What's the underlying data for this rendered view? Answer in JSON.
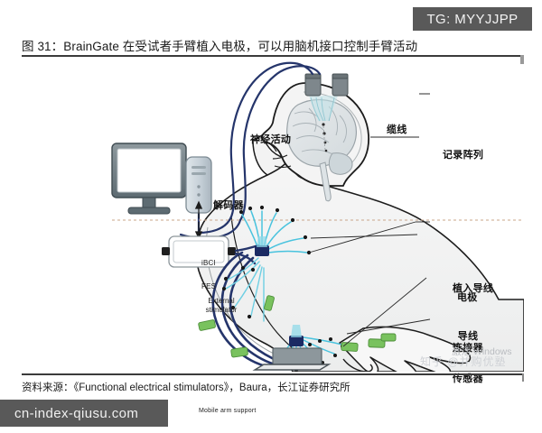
{
  "badge": {
    "telegram": "TG: MYYJJPP",
    "site_url": "cn-index-qiusu.com"
  },
  "caption": {
    "text": "图 31：BrainGate 在受试者手臂植入电极，可以用脑机接口控制手臂活动"
  },
  "footer": {
    "source": "资料来源：《Functional electrical stimulators》，Baura，长江证券研究所"
  },
  "watermarks": {
    "windows": "激活 Windows",
    "zhihu": "知乎 @并购优塾"
  },
  "diagram": {
    "labels": {
      "decoder": "解码器",
      "neural_activity": "神经活动",
      "cable": "缆线",
      "recording_array": "记录阵列",
      "implanted_lead": "植入导线",
      "electrode": "电极",
      "lead_connector_line1": "导线",
      "lead_connector_line2": "连接器",
      "sensor": "传感器",
      "ibci": "iBCI",
      "fes": "FES",
      "external_stimulator_line1": "External",
      "external_stimulator_line2": "stimulator",
      "mobile_arm_support": "Mobile arm support"
    },
    "colors": {
      "cable_navy": "#25356b",
      "electrode_cyan": "#49c3de",
      "body_fill": "#f2f2f2",
      "outline": "#1c1c1c",
      "sensor_green": "#6fbd54",
      "device_gray": "#6b7b82",
      "tower_fill": "#ccd5dc"
    }
  }
}
